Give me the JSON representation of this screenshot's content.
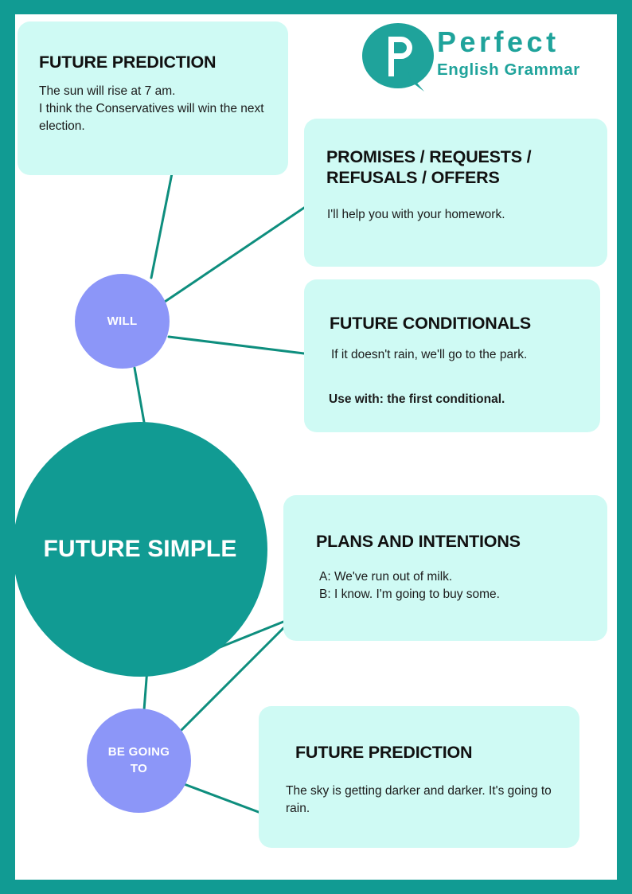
{
  "poster": {
    "border_color": "#119B93",
    "background_color": "#ffffff",
    "card_color": "#CFFAF4",
    "node_accent_color": "#8C96F8",
    "node_main_color": "#119B93",
    "connector_color": "#0E8E7E"
  },
  "logo": {
    "icon_letter": "P",
    "brand_line1": "Perfect",
    "brand_line2": "English Grammar"
  },
  "nodes": {
    "center": "FUTURE SIMPLE",
    "will": "WILL",
    "be_going_to_line1": "BE GOING",
    "be_going_to_line2": "TO"
  },
  "cards": [
    {
      "id": "future-prediction-will",
      "title": "FUTURE PREDICTION",
      "body_line1": "The sun will rise at 7 am.",
      "body_line2": "I think the Conservatives will win the next election."
    },
    {
      "id": "promises",
      "title": "PROMISES / REQUESTS / REFUSALS / OFFERS",
      "body_line1": "I'll help you with your homework."
    },
    {
      "id": "conditionals",
      "title": "FUTURE CONDITIONALS",
      "body_line1": "If it doesn't rain, we'll go to the park.",
      "body_line2": "Use with: the first conditional."
    },
    {
      "id": "plans",
      "title": "PLANS AND INTENTIONS",
      "body_line1": "A: We've run out of milk.",
      "body_line2": "B: I know. I'm going to buy some."
    },
    {
      "id": "future-prediction-bgt",
      "title": "FUTURE PREDICTION",
      "body_line1": "The sky is getting darker and darker. It's going to rain."
    }
  ]
}
